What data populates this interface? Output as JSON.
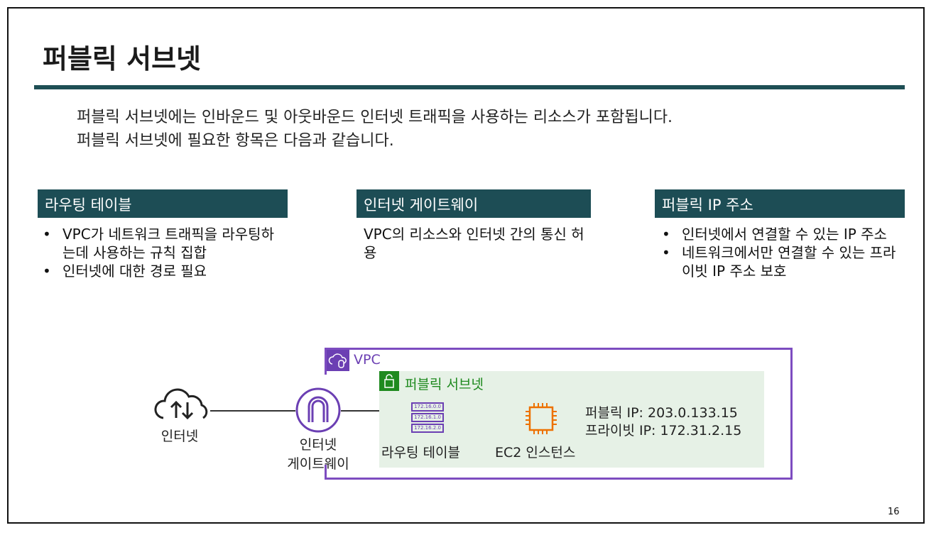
{
  "title": "퍼블릭 서브넷",
  "intro": [
    "퍼블릭 서브넷에는 인바운드 및 아웃바운드 인터넷 트래픽을 사용하는 리소스가 포함됩니다.",
    "퍼블릭 서브넷에 필요한 항목은 다음과 같습니다."
  ],
  "columns": [
    {
      "header": "라우팅 테이블",
      "bullets": [
        "VPC가 네트워크 트래픽을 라우팅하는데 사용하는 규칙 집합",
        "인터넷에 대한 경로 필요"
      ]
    },
    {
      "header": "인터넷 게이트웨이",
      "text": "VPC의 리소스와 인터넷 간의 통신 허용"
    },
    {
      "header": "퍼블릭 IP 주소",
      "bullets": [
        "인터넷에서 연결할 수 있는 IP 주소",
        "네트워크에서만 연결할 수 있는 프라이빗 IP 주소 보호"
      ]
    }
  ],
  "diagram": {
    "internet": "인터넷",
    "gateway": [
      "인터넷",
      "게이트웨이"
    ],
    "vpc": "VPC",
    "subnet": "퍼블릭 서브넷",
    "route_table": "라우팅 테이블",
    "route_entries": [
      "172.16.0.0",
      "172.16.1.0",
      "172.16.2.0"
    ],
    "ec2": "EC2 인스턴스",
    "public_ip": "퍼블릭 IP: 203.0.133.15",
    "private_ip": "프라이빗 IP: 172.31.2.15",
    "colors": {
      "vpc": "#7d4cc0",
      "subnet": "#1f8a1f",
      "ec2": "#ed7100",
      "header": "#1d4d55"
    }
  },
  "page_number": "16"
}
